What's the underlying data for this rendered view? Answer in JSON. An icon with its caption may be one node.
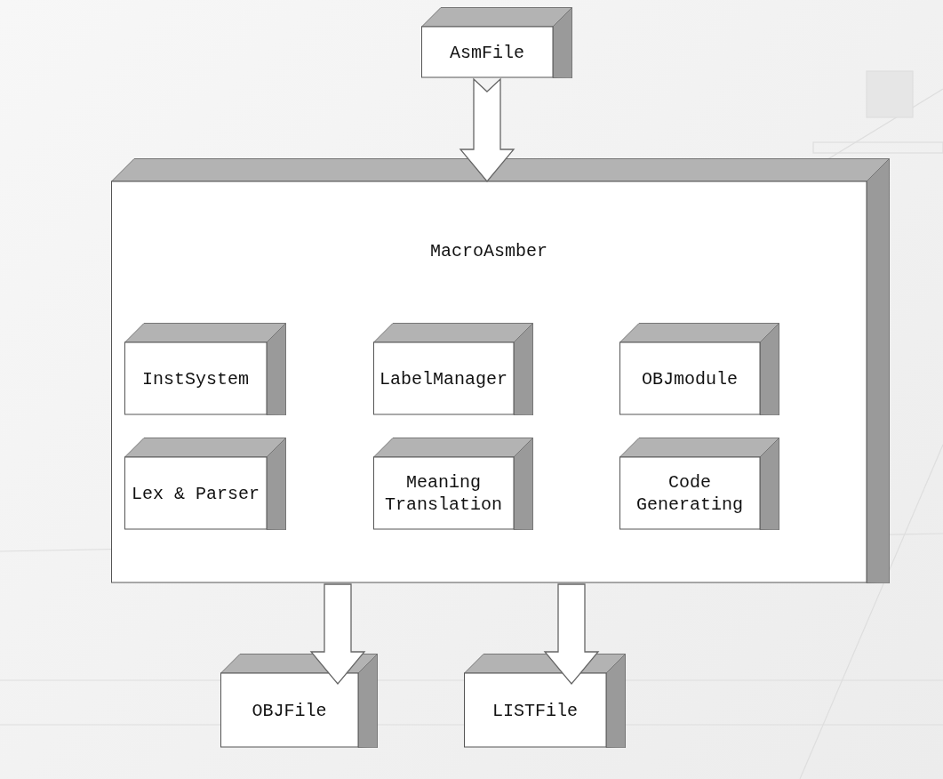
{
  "diagram": {
    "nodes": [
      {
        "text": [
          "AsmFile"
        ]
      },
      {
        "text": [
          "MacroAsmber"
        ]
      },
      {
        "text": [
          "InstSystem"
        ],
        "in": 1
      },
      {
        "text": [
          "LabelManager"
        ],
        "in": 1
      },
      {
        "text": [
          "OBJmodule"
        ],
        "in": 1
      },
      {
        "text": [
          "Lex & Parser"
        ],
        "in": 1
      },
      {
        "text": [
          "Meaning Translation"
        ],
        "in": 1
      },
      {
        "text": [
          "Code Generating"
        ],
        "in": 1
      },
      {
        "text": [
          "OBJFile"
        ]
      },
      {
        "text": [
          "LISTFile"
        ]
      }
    ],
    "edges": [
      {
        "from": 0,
        "to": 1,
        "arrow": "to"
      },
      {
        "from": 1,
        "to": 8,
        "arrow": "to"
      },
      {
        "from": 1,
        "to": 9,
        "arrow": "to"
      }
    ]
  }
}
